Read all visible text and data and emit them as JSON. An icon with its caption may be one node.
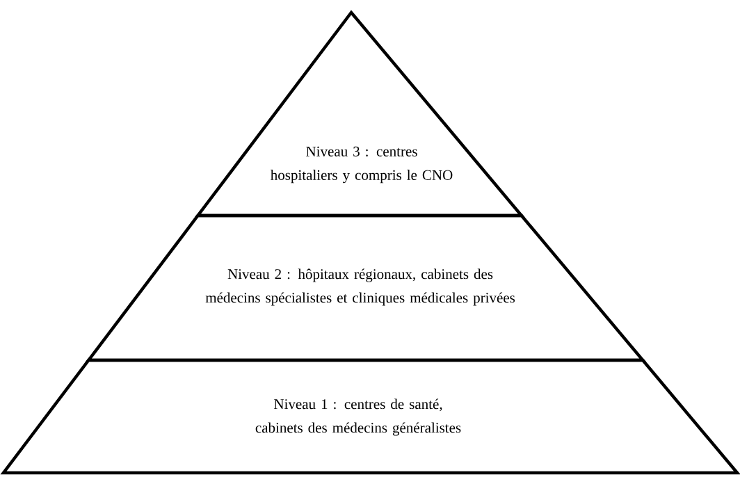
{
  "diagram": {
    "nodes": [
      {
        "text": [
          "Niveau 3 : centres hospitaliers y compris le CNO"
        ]
      },
      {
        "text": [
          "Niveau 2 : hôpitaux régionaux, cabinets des médecins spécialistes et cliniques médicales privées"
        ]
      },
      {
        "text": [
          "Niveau 1 : centres de santé, cabinets des médecins généralistes"
        ]
      }
    ]
  }
}
